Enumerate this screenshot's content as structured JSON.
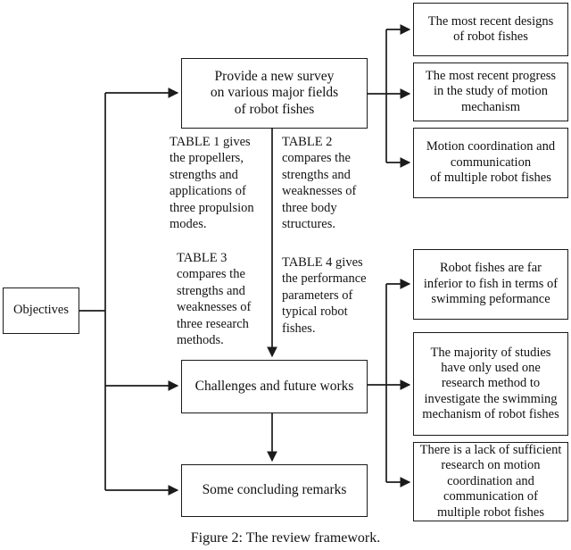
{
  "figure": {
    "caption": "Figure 2: The review framework.",
    "line_color": "#1b1b1b",
    "box_border_color": "#1b1b1b",
    "background_color": "#ffffff",
    "text_color": "#111111"
  },
  "nodes": {
    "objectives": "Objectives",
    "survey": "Provide a new survey\non various major fields\nof robot fishes",
    "challenges": "Challenges and future works",
    "concluding": "Some concluding remarks",
    "survey_outputs": [
      "The most recent designs\nof robot fishes",
      "The most recent progress\nin the study of motion\nmechanism",
      "Motion coordination and\ncommunication\nof multiple robot fishes"
    ],
    "challenge_outputs": [
      "Robot fishes are far\ninferior to fish in terms of\nswimming peformance",
      "The majority of studies\nhave only used one\nresearch method to\ninvestigate the swimming\nmechanism of robot fishes",
      "There is a lack of sufficient\nresearch on motion\ncoordination and\ncommunication of\nmultiple robot fishes"
    ]
  },
  "annotations": [
    "TABLE 1 gives\nthe propellers,\nstrengths and\napplications of\nthree propulsion\nmodes.",
    "TABLE 2\ncompares the\nstrengths and\nweaknesses of\nthree body\nstructures.",
    "TABLE 3\ncompares the\nstrengths and\nweaknesses of\nthree research\nmethods.",
    "TABLE 4 gives\nthe performance\nparameters of\ntypical robot\nfishes."
  ]
}
